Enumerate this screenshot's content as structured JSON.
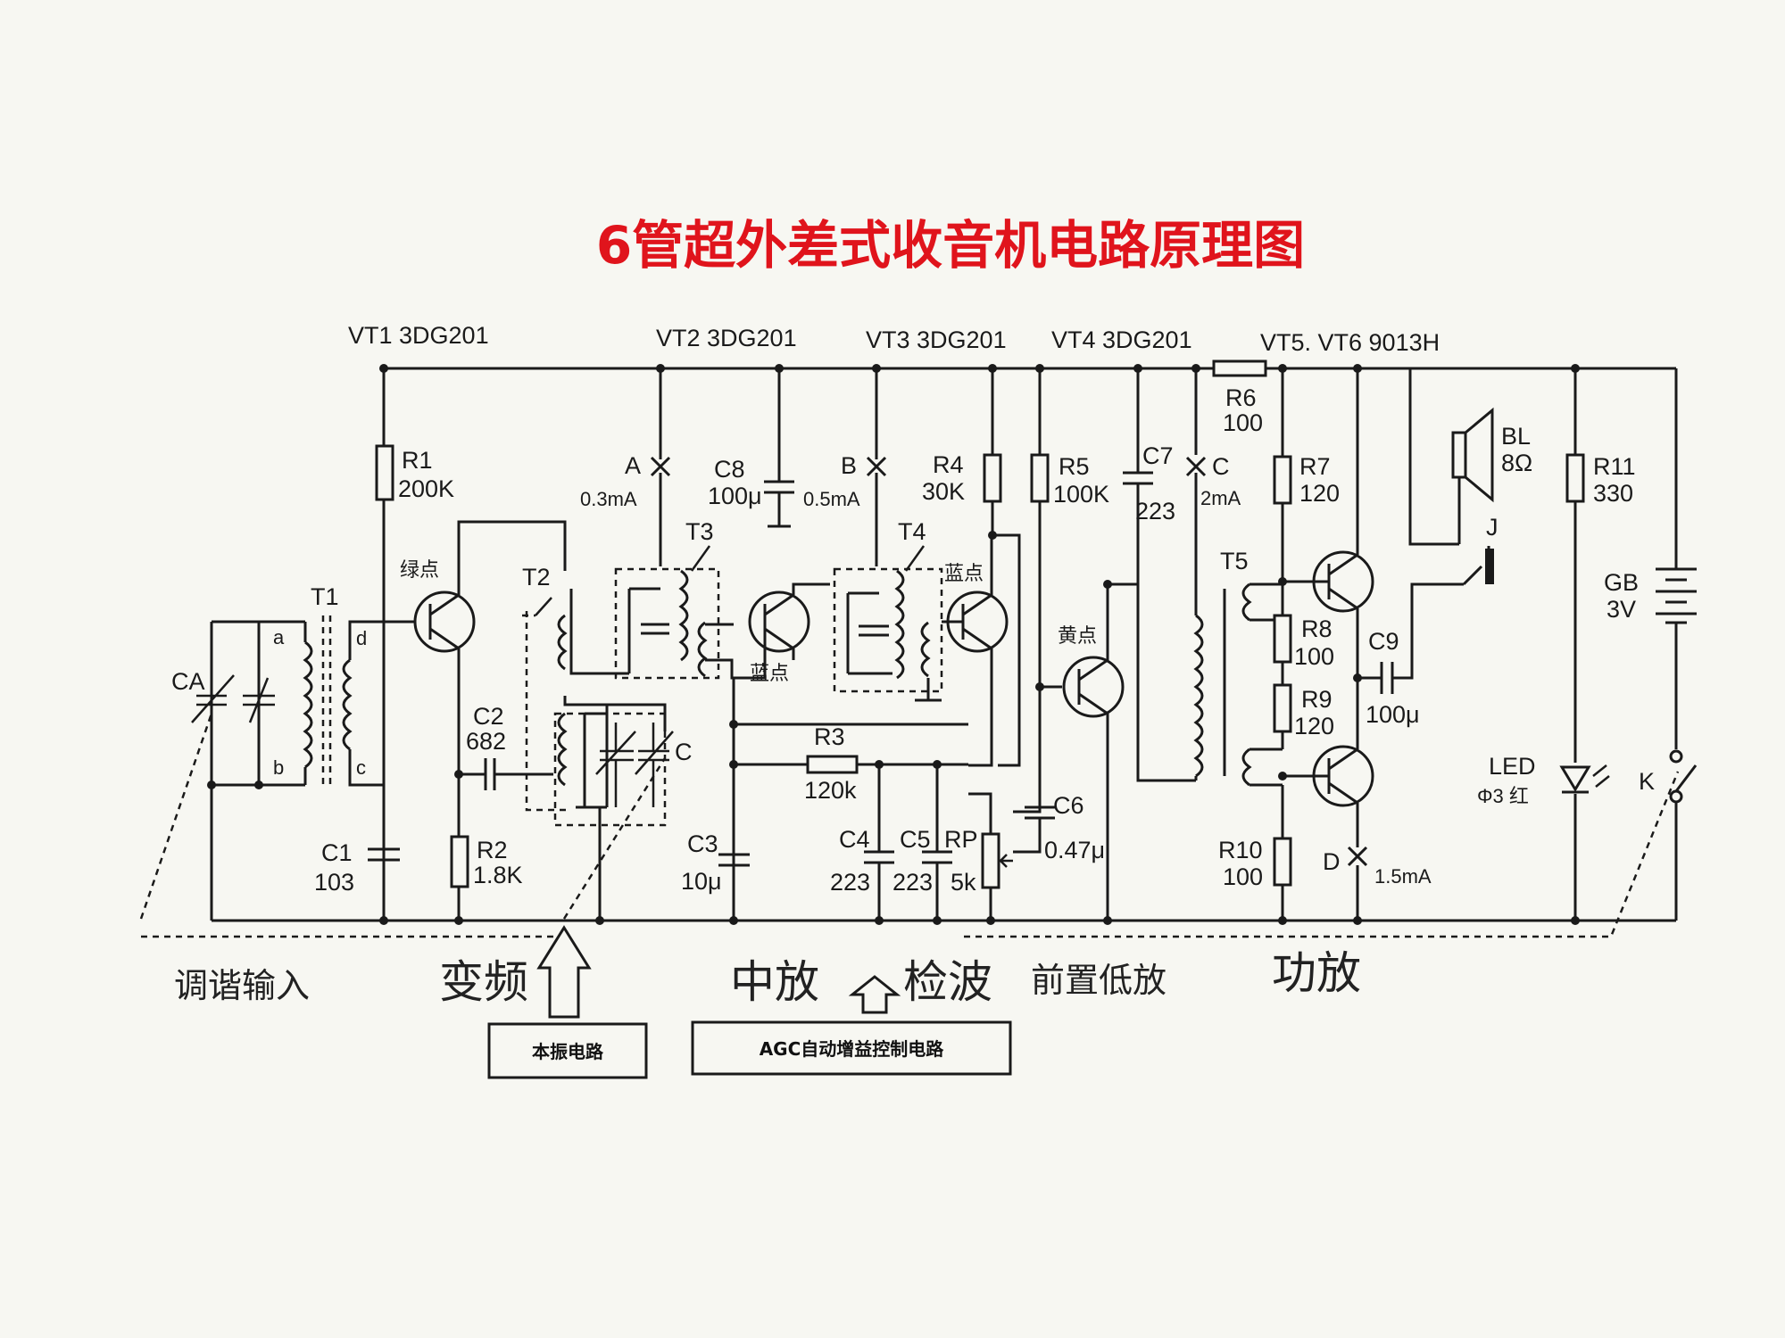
{
  "title": "6管超外差式收音机电路原理图",
  "transistor_header": {
    "vt1": "VT1 3DG201",
    "vt2": "VT2  3DG201",
    "vt3": "VT3  3DG201",
    "vt4": "VT4  3DG201",
    "vt56": "VT5. VT6  9013H"
  },
  "components": {
    "r1": "R1",
    "r1_val": "200K",
    "r2": "R2",
    "r2_val": "1.8K",
    "r3": "R3",
    "r3_val": "120k",
    "r4": "R4",
    "r4_val": "30K",
    "r5": "R5",
    "r5_val": "100K",
    "r6": "R6",
    "r6_val": "100",
    "r7": "R7",
    "r7_val": "120",
    "r8": "R8",
    "r8_val": "100",
    "r9": "R9",
    "r9_val": "120",
    "r10": "R10",
    "r10_val": "100",
    "r11": "R11",
    "r11_val": "330",
    "c1": "C1",
    "c1_val": "103",
    "c2": "C2",
    "c2_val": "682",
    "c3": "C3",
    "c3_val": "10μ",
    "c4": "C4",
    "c4_val": "223",
    "c5": "C5",
    "c5_val": "223",
    "rp": "RP",
    "rp_val": "5k",
    "c6": "C6",
    "c6_val": "0.47μ",
    "c7": "C7",
    "c7_val": "223",
    "c8": "C8",
    "c8_val": "100μ",
    "c9": "C9",
    "c9_val": "100μ",
    "ca": "CA",
    "c_var": "C",
    "t1": "T1",
    "t2": "T2",
    "t3": "T3",
    "t4": "T4",
    "t5": "T5",
    "tap_a": "a",
    "tap_b": "b",
    "tap_c": "c",
    "tap_d": "d",
    "bl": "BL",
    "bl_val": "8Ω",
    "j": "J",
    "gb": "GB",
    "gb_val": "3V",
    "led": "LED",
    "led_val": "Φ3 红",
    "k": "K"
  },
  "test_points": {
    "a": "A",
    "a_val": "0.3mA",
    "b": "B",
    "b_val": "0.5mA",
    "c": "C",
    "c_val": "2mA",
    "d": "D",
    "d_val": "1.5mA"
  },
  "stages": {
    "tuning": "调谐输入",
    "mixer": "变频",
    "if_amp": "中放",
    "detector": "检波",
    "pre_amp": "前置低放",
    "power_amp": "功放"
  },
  "callouts": {
    "local_osc": "本振电路",
    "agc": "AGC自动增益控制电路"
  },
  "transistor_marks": {
    "vt1": "绿点",
    "vt2": "蓝点",
    "vt3": "蓝点",
    "vt4": "黄点"
  },
  "colors": {
    "title": "#e0141c",
    "ink": "#1a1a1a",
    "paper": "#f7f7f2"
  }
}
